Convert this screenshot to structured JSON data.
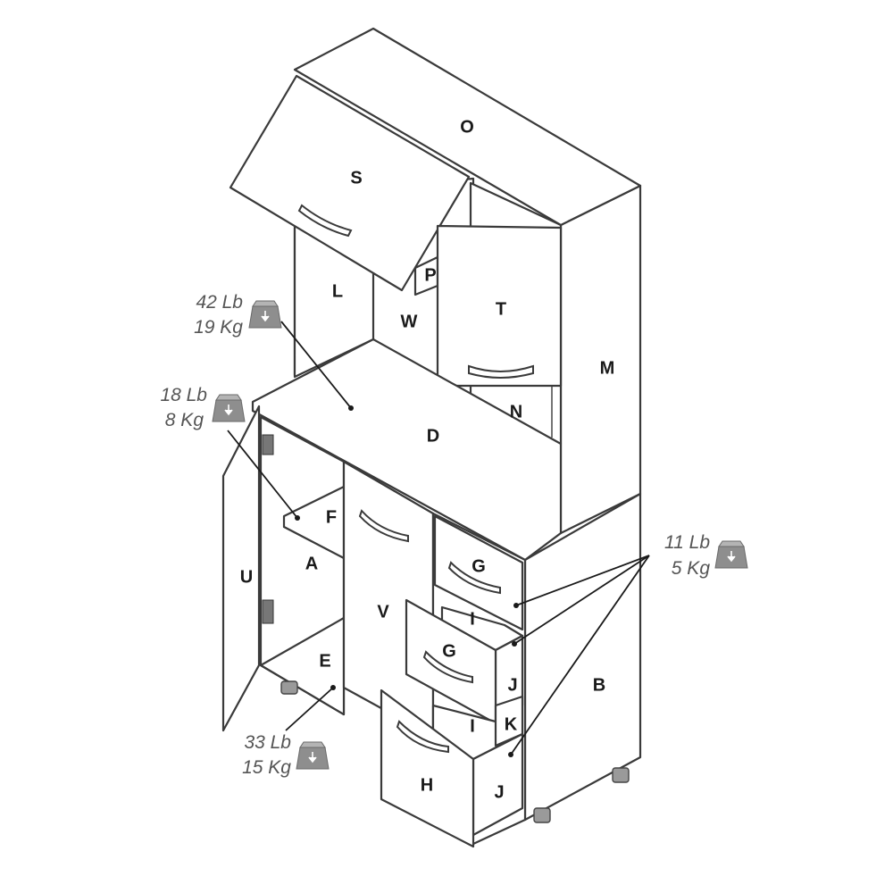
{
  "part_labels": {
    "O": "O",
    "S": "S",
    "P": "P",
    "L": "L",
    "W": "W",
    "T": "T",
    "M": "M",
    "N": "N",
    "D": "D",
    "F": "F",
    "A": "A",
    "U": "U",
    "V": "V",
    "E": "E",
    "G1": "G",
    "G2": "G",
    "I1": "I",
    "I2": "I",
    "J1": "J",
    "J2": "J",
    "K": "K",
    "H": "H",
    "B": "B"
  },
  "weight_limits": [
    {
      "lb": "42 Lb",
      "kg": "19 Kg"
    },
    {
      "lb": "18 Lb",
      "kg": "8 Kg"
    },
    {
      "lb": "11 Lb",
      "kg": "5 Kg"
    },
    {
      "lb": "33 Lb",
      "kg": "15 Kg"
    }
  ],
  "icon": "weight-icon",
  "colors": {
    "line": "#3a3a3a",
    "weight_text": "#555555",
    "weight_icon": "#8e8e8e"
  }
}
